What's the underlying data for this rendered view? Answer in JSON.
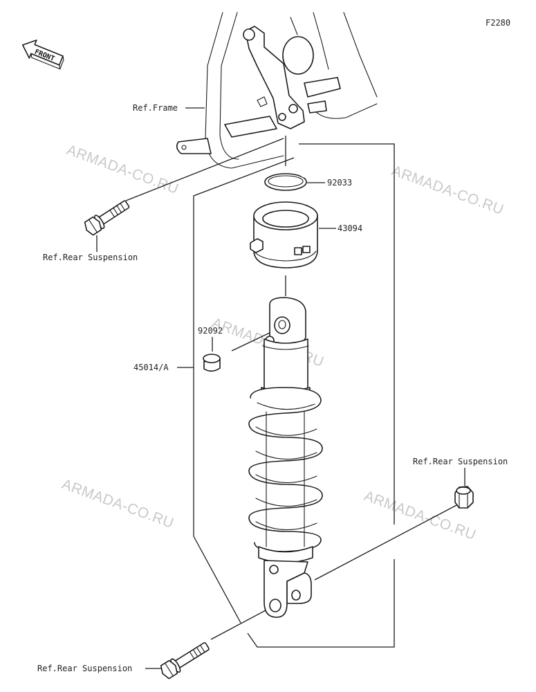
{
  "diagram_code": "F2280",
  "front_badge": "FRONT",
  "watermark": "ARMADA-CO.RU",
  "labels": {
    "ref_frame": "Ref.Frame",
    "ref_rear_suspension_top": "Ref.Rear Suspension",
    "ref_rear_suspension_right": "Ref.Rear Suspension",
    "ref_rear_suspension_bottom": "Ref.Rear Suspension",
    "part_92033": "92033",
    "part_43094": "43094",
    "part_92092": "92092",
    "part_45014": "45014/A"
  }
}
